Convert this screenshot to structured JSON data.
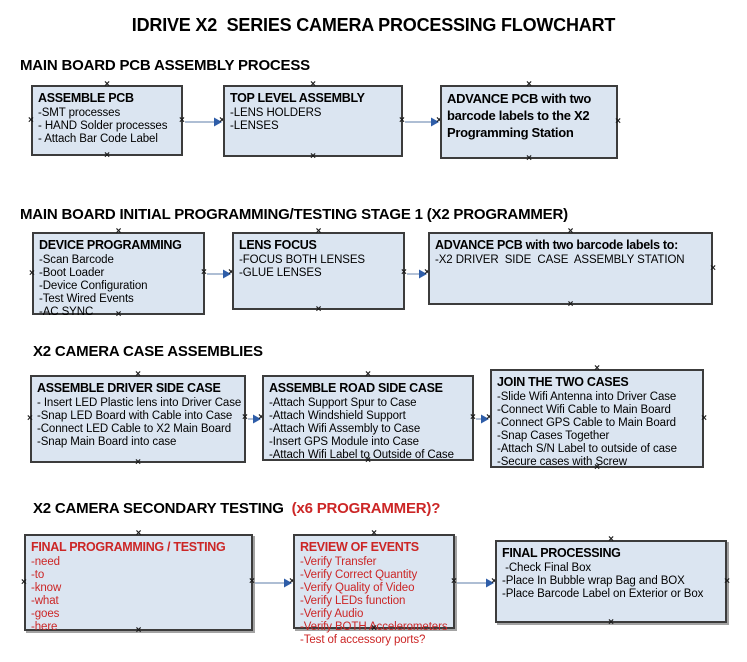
{
  "title": "IDRIVE X2  SERIES CAMERA PROCESSING FLOWCHART",
  "colors": {
    "box_fill": "#dbe5f1",
    "box_border": "#3c3c3c",
    "red_text": "#cc2626",
    "arrow_line": "#93a9c6",
    "arrow_head": "#2e5da8"
  },
  "sections": [
    {
      "heading": "MAIN BOARD PCB ASSEMBLY PROCESS",
      "boxes": [
        {
          "title": "ASSEMBLE PCB",
          "items": [
            "-SMT processes",
            "- HAND Solder processes",
            "- Attach Bar Code Label"
          ]
        },
        {
          "title": "TOP LEVEL ASSEMBLY",
          "items": [
            "-LENS HOLDERS",
            "-LENSES"
          ]
        },
        {
          "title": "ADVANCE PCB with two barcode labels to the  X2 Programming Station",
          "items": []
        }
      ]
    },
    {
      "heading": "MAIN BOARD INITIAL PROGRAMMING/TESTING STAGE 1 (X2 PROGRAMMER)",
      "boxes": [
        {
          "title": "DEVICE PROGRAMMING",
          "items": [
            "-Scan Barcode",
            "-Boot Loader",
            "-Device Configuration",
            "-Test Wired Events",
            "-AC SYNC"
          ]
        },
        {
          "title": "LENS FOCUS",
          "items": [
            "-FOCUS BOTH LENSES",
            "-GLUE LENSES"
          ]
        },
        {
          "title": "ADVANCE PCB with two barcode labels to:",
          "items": [
            "-X2 DRIVER  SIDE  CASE  ASSEMBLY STATION"
          ]
        }
      ]
    },
    {
      "heading": "X2 CAMERA CASE ASSEMBLIES",
      "boxes": [
        {
          "title": "ASSEMBLE DRIVER SIDE CASE",
          "items": [
            "- Insert LED Plastic lens into Driver Case",
            "-Snap LED Board with Cable into Case",
            "-Connect LED Cable to X2 Main Board",
            "-Snap Main Board into case"
          ]
        },
        {
          "title": "ASSEMBLE ROAD SIDE CASE",
          "items": [
            "-Attach Support Spur to Case",
            "-Attach Windshield Support",
            "-Attach Wifi Assembly to Case",
            "-Insert GPS Module into Case",
            "-Attach Wifi Label to Outside of Case"
          ]
        },
        {
          "title": "JOIN THE TWO CASES",
          "items": [
            "-Slide Wifi Antenna into Driver Case",
            "-Connect Wifi Cable to Main Board",
            "-Connect GPS Cable to Main Board",
            "-Snap Cases Together",
            "-Attach S/N Label to outside of case",
            "-Secure cases with Screw"
          ]
        }
      ]
    },
    {
      "heading": "X2 CAMERA SECONDARY TESTING",
      "heading_red": "  (x6 PROGRAMMER)?",
      "boxes": [
        {
          "title": "FINAL PROGRAMMING / TESTING",
          "red": true,
          "items": [
            "-need",
            "-to",
            "-know",
            "-what",
            "-goes",
            "-here"
          ]
        },
        {
          "title": "REVIEW OF EVENTS",
          "red": true,
          "items": [
            "-Verify Transfer",
            "-Verify Correct Quantity",
            "-Verify Quality of Video",
            "-Verify LEDs function",
            "-Verify Audio",
            "-Verify BOTH Accelerometers",
            "-Test of accessory ports?"
          ]
        },
        {
          "title": "FINAL PROCESSING",
          "items": [
            " -Check Final Box",
            "-Place In Bubble wrap Bag and BOX",
            "-Place Barcode Label on Exterior or Box"
          ]
        }
      ]
    }
  ]
}
